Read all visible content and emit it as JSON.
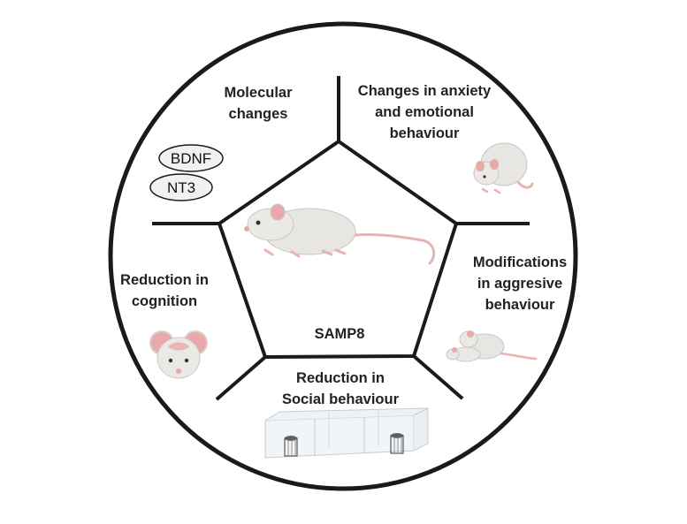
{
  "center": {
    "label": "SAMP8"
  },
  "sections": {
    "molecular": {
      "lines": [
        "Molecular",
        "changes"
      ]
    },
    "anxiety": {
      "lines": [
        "Changes in anxiety",
        "and emotional",
        "behaviour"
      ]
    },
    "aggressive": {
      "lines": [
        "Modifications",
        "in aggresive",
        "behaviour"
      ]
    },
    "social": {
      "lines": [
        "Reduction in",
        "Social behaviour"
      ]
    },
    "cognition": {
      "lines": [
        "Reduction in",
        "cognition"
      ]
    }
  },
  "markers": [
    "BDNF",
    "NT3"
  ],
  "icons": {
    "center": "mouse-icon",
    "anxiety": "crouching-mouse-icon",
    "aggressive": "fighting-mice-icon",
    "social": "three-chamber-cage-icon",
    "cognition": "mouse-face-icon"
  },
  "colors": {
    "outline": "#1a1a1a",
    "fur": "#e8e6e3",
    "ear": "#e7a9a9",
    "tail": "#e6b3b3"
  }
}
